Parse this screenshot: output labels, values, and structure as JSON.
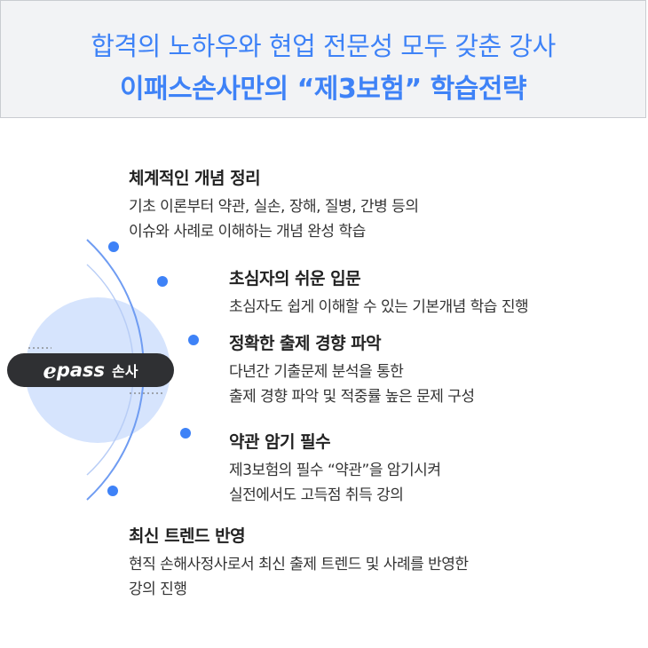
{
  "header": {
    "line1": "합격의 노하우와 현업 전문성 모두 갖춘 강사",
    "line2": "이패스손사만의 “제3보험” 학습전략"
  },
  "badge": {
    "logo_e": "e",
    "logo_pass": "pass",
    "logo_suffix": "손사"
  },
  "items": [
    {
      "title": "체계적인 개념 정리",
      "desc": [
        "기초 이론부터 약관, 실손, 장해, 질병, 간병 등의",
        "이슈와 사례로 이해하는 개념 완성 학습"
      ]
    },
    {
      "title": "초심자의 쉬운 입문",
      "desc": [
        "초심자도 쉽게 이해할 수 있는 기본개념 학습 진행"
      ]
    },
    {
      "title": "정확한 출제 경향 파악",
      "desc": [
        "다년간 기출문제 분석을 통한",
        "출제 경향 파악 및 적중률 높은 문제 구성"
      ]
    },
    {
      "title": "약관 암기 필수",
      "desc": [
        "제3보험의 필수 “약관”을 암기시켜",
        "실전에서도 고득점 취득 강의"
      ]
    },
    {
      "title": "최신 트렌드 반영",
      "desc": [
        "현직 손해사정사로서 최신 출제 트렌드 및 사례를 반영한",
        "강의 진행"
      ]
    }
  ],
  "colors": {
    "accent": "#3e82f7",
    "dark_badge": "#2f3033",
    "circle_fill": "#d6e4fd"
  }
}
